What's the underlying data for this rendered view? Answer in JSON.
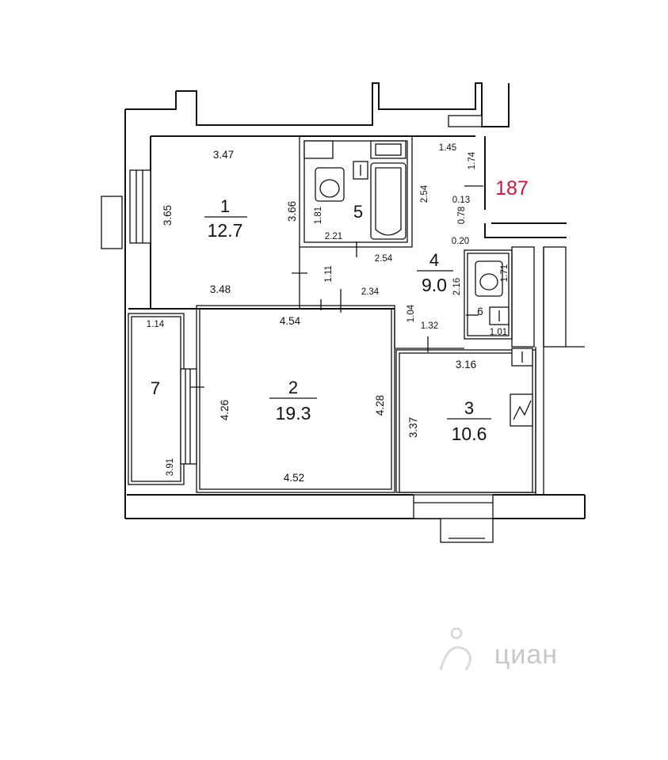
{
  "flat_number": "187",
  "colors": {
    "flat_number": "#d2143a",
    "lines": "#111111",
    "watermark": "#cfcfcf"
  },
  "rooms": [
    {
      "number": "1",
      "area": "12.7"
    },
    {
      "number": "2",
      "area": "19.3"
    },
    {
      "number": "3",
      "area": "10.6"
    },
    {
      "number": "4",
      "area": "9.0"
    },
    {
      "number": "5",
      "area": ""
    },
    {
      "number": "6",
      "area": ""
    },
    {
      "number": "7",
      "area": ""
    }
  ],
  "dimensions": {
    "r1_top": "3.47",
    "r1_left": "3.65",
    "r1_right": "3.66",
    "r1_bottom": "3.48",
    "r5_toilet": "1.81",
    "r5_bottom": "2.21",
    "r5_right": "2.54",
    "hall_right": "2.54",
    "hall_top": "1.45",
    "hall_a": "1.74",
    "hall_b": "0.13",
    "hall_c": "0.78",
    "hall_d": "0.20",
    "corridor": "1.11",
    "corridor_bottom": "2.34",
    "r6_height": "2.16",
    "r6_side": "1.71",
    "r6_bottom": "1.01",
    "door_a": "1.04",
    "door_b": "1.32",
    "r2_top": "4.54",
    "r2_left": "4.26",
    "r2_right": "4.28",
    "r2_bottom": "4.52",
    "r3_top": "3.16",
    "r3_left": "3.37",
    "r7_top": "1.14",
    "r7_bottom": "3.91"
  },
  "watermark": "циан"
}
